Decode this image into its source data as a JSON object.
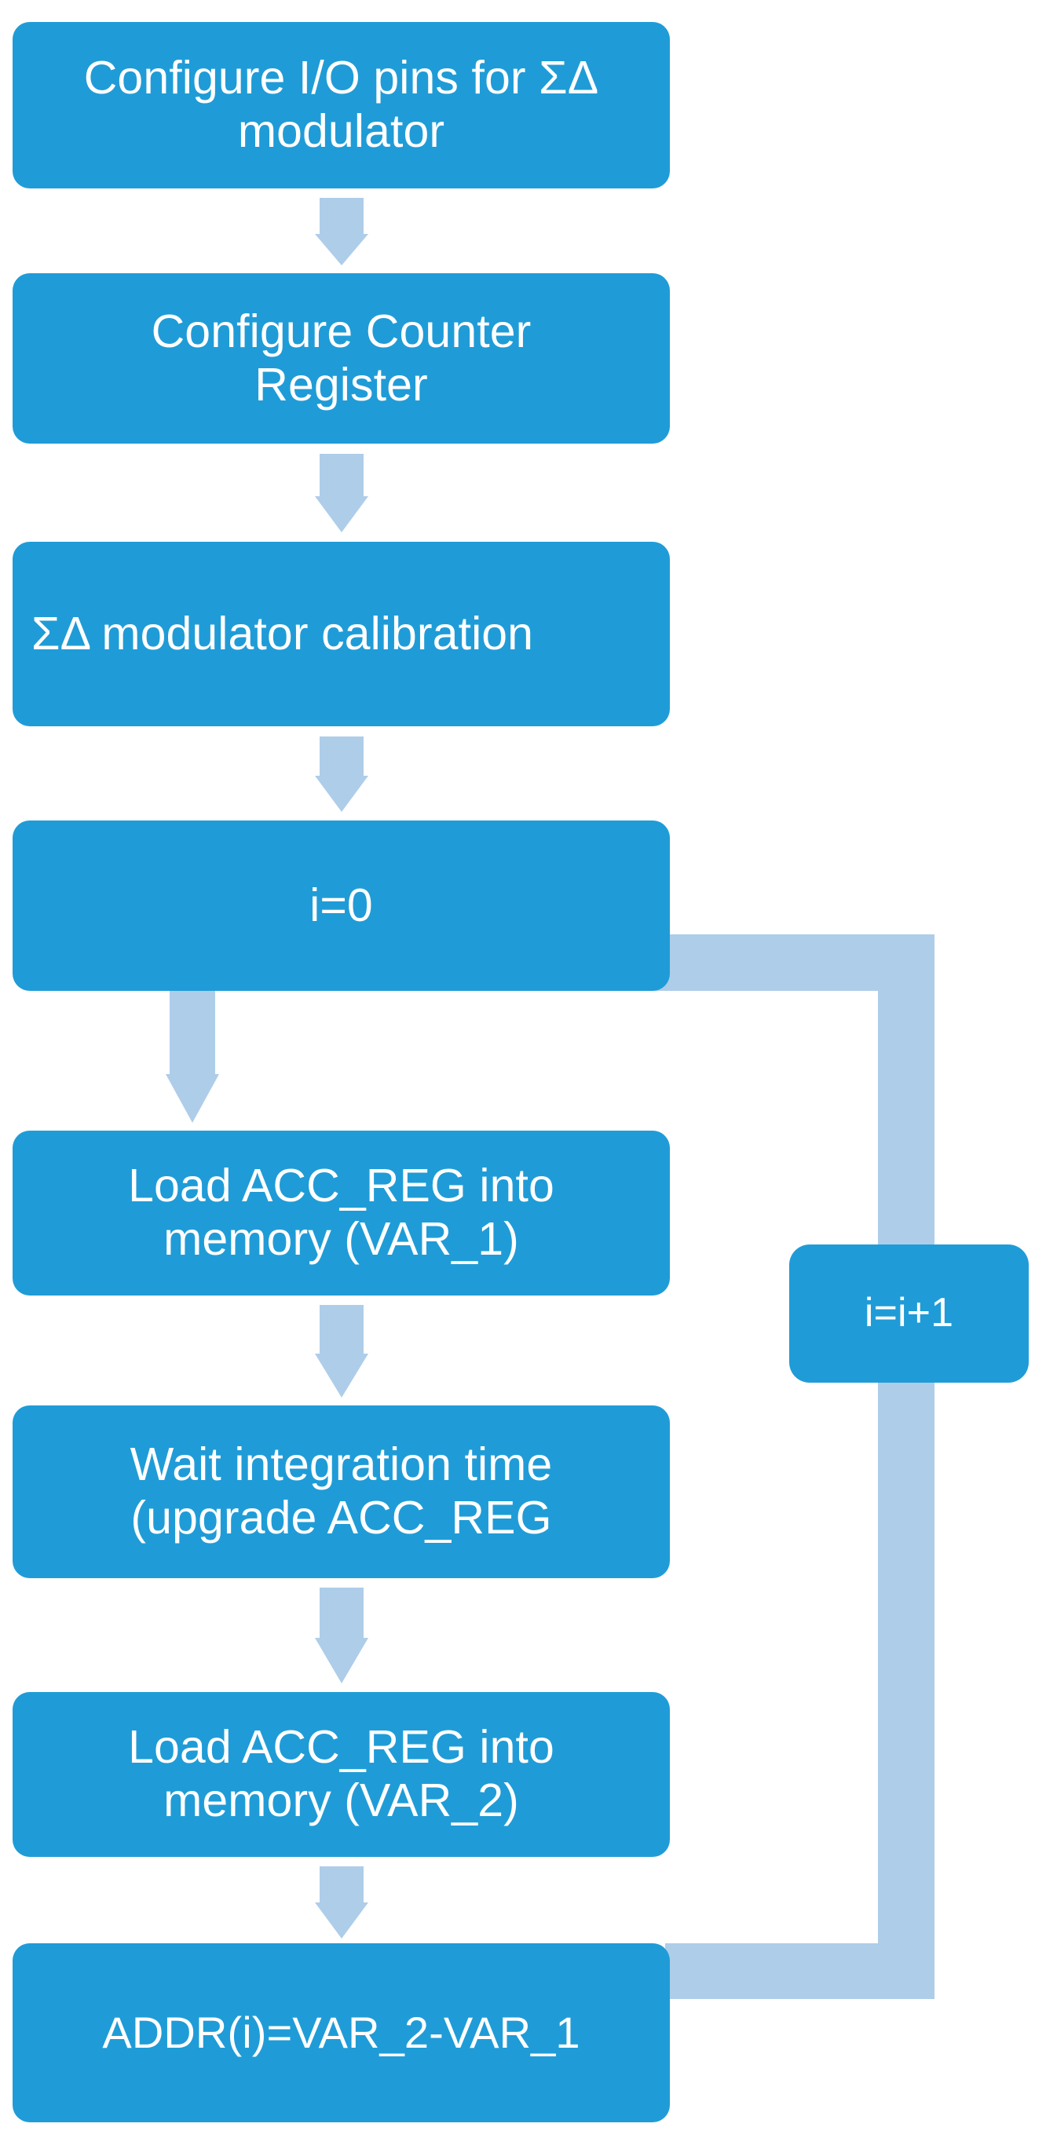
{
  "diagram": {
    "title": "Sigma-Delta modulator measurement routine flowchart",
    "type": "flowchart",
    "colors": {
      "node_fill": "#1f9cd7",
      "node_text": "#ffffff",
      "connector": "#aecde9",
      "background": "#ffffff"
    },
    "nodes": [
      {
        "id": "config-io",
        "label": "Configure I/O pins for ΣΔ\nmodulator",
        "shape": "rounded-rectangle",
        "align": "center"
      },
      {
        "id": "config-counter",
        "label": "Configure Counter\nRegister",
        "shape": "rounded-rectangle",
        "align": "center"
      },
      {
        "id": "calibration",
        "label": "ΣΔ modulator calibration",
        "shape": "rounded-rectangle",
        "align": "left"
      },
      {
        "id": "init-i",
        "label": "i=0",
        "shape": "rounded-rectangle",
        "align": "center"
      },
      {
        "id": "load-var1",
        "label": "Load ACC_REG into\nmemory (VAR_1)",
        "shape": "rounded-rectangle",
        "align": "center"
      },
      {
        "id": "wait-integ",
        "label": "Wait integration time\n(upgrade ACC_REG",
        "shape": "rounded-rectangle",
        "align": "center"
      },
      {
        "id": "load-var2",
        "label": "Load ACC_REG into\nmemory (VAR_2)",
        "shape": "rounded-rectangle",
        "align": "center"
      },
      {
        "id": "addr-store",
        "label": "ADDR(i)=VAR_2-VAR_1",
        "shape": "rounded-rectangle",
        "align": "center"
      },
      {
        "id": "increment",
        "label": "i=i+1",
        "shape": "rounded-rectangle",
        "align": "center"
      }
    ],
    "edges": [
      {
        "id": "e1",
        "from": "config-io",
        "to": "config-counter",
        "kind": "arrow-down"
      },
      {
        "id": "e2",
        "from": "config-counter",
        "to": "calibration",
        "kind": "arrow-down"
      },
      {
        "id": "e3",
        "from": "calibration",
        "to": "init-i",
        "kind": "arrow-down"
      },
      {
        "id": "e4",
        "from": "init-i",
        "to": "load-var1",
        "kind": "arrow-down"
      },
      {
        "id": "e5",
        "from": "load-var1",
        "to": "wait-integ",
        "kind": "arrow-down"
      },
      {
        "id": "e6",
        "from": "wait-integ",
        "to": "load-var2",
        "kind": "arrow-down"
      },
      {
        "id": "e7",
        "from": "load-var2",
        "to": "addr-store",
        "kind": "arrow-down"
      },
      {
        "id": "e8",
        "from": "addr-store",
        "to": "load-var1",
        "kind": "loop-back",
        "passes_through": "increment"
      }
    ]
  }
}
